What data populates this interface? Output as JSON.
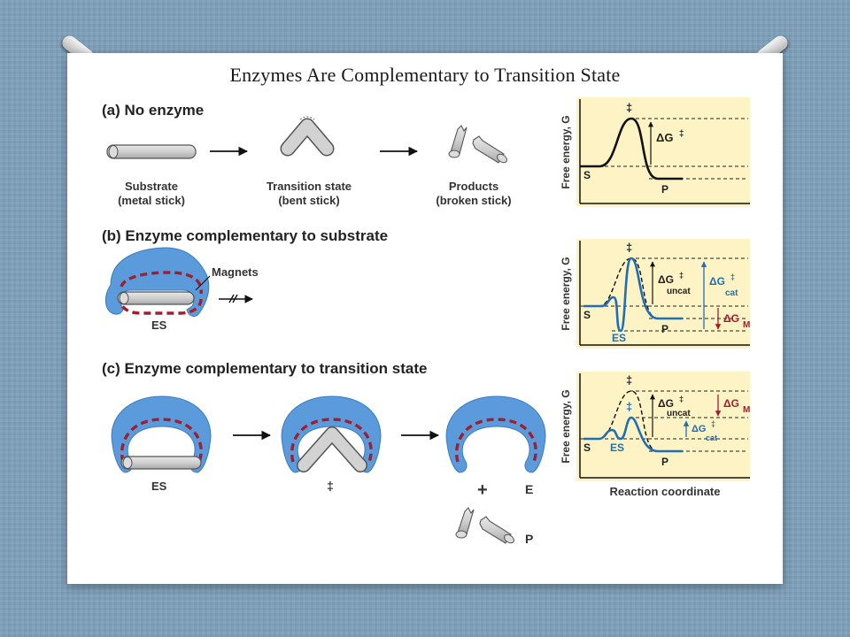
{
  "slide": {
    "title": "Enzymes Are Complementary to Transition State"
  },
  "panel_a": {
    "heading": "(a) No enzyme",
    "substrate_label_1": "Substrate",
    "substrate_label_2": "(metal stick)",
    "transition_label_1": "Transition state",
    "transition_label_2": "(bent stick)",
    "products_label_1": "Products",
    "products_label_2": "(broken stick)"
  },
  "panel_b": {
    "heading": "(b) Enzyme complementary to substrate",
    "magnets_label": "Magnets",
    "es_label": "ES"
  },
  "panel_c": {
    "heading": "(c) Enzyme complementary to transition state",
    "es_label": "ES",
    "ts_label": "‡",
    "plus_label": "+",
    "e_label": "E",
    "p_label": "P"
  },
  "graphs": {
    "y_axis_label": "Free energy, G",
    "x_axis_label": "Reaction coordinate",
    "dagger": "‡",
    "s_label": "S",
    "p_label": "P",
    "es_label": "ES",
    "delta": "ΔG",
    "uncat": "uncat",
    "cat": "cat",
    "m": "M"
  },
  "colors": {
    "background": "#7f9fb8",
    "enzyme_blue": "#5b9bdc",
    "magnet_red": "#a01e2e",
    "curve_blue": "#1f6fb7",
    "graph_panel": "#fdf3c4",
    "stick_gray": "#cfcfcf"
  }
}
